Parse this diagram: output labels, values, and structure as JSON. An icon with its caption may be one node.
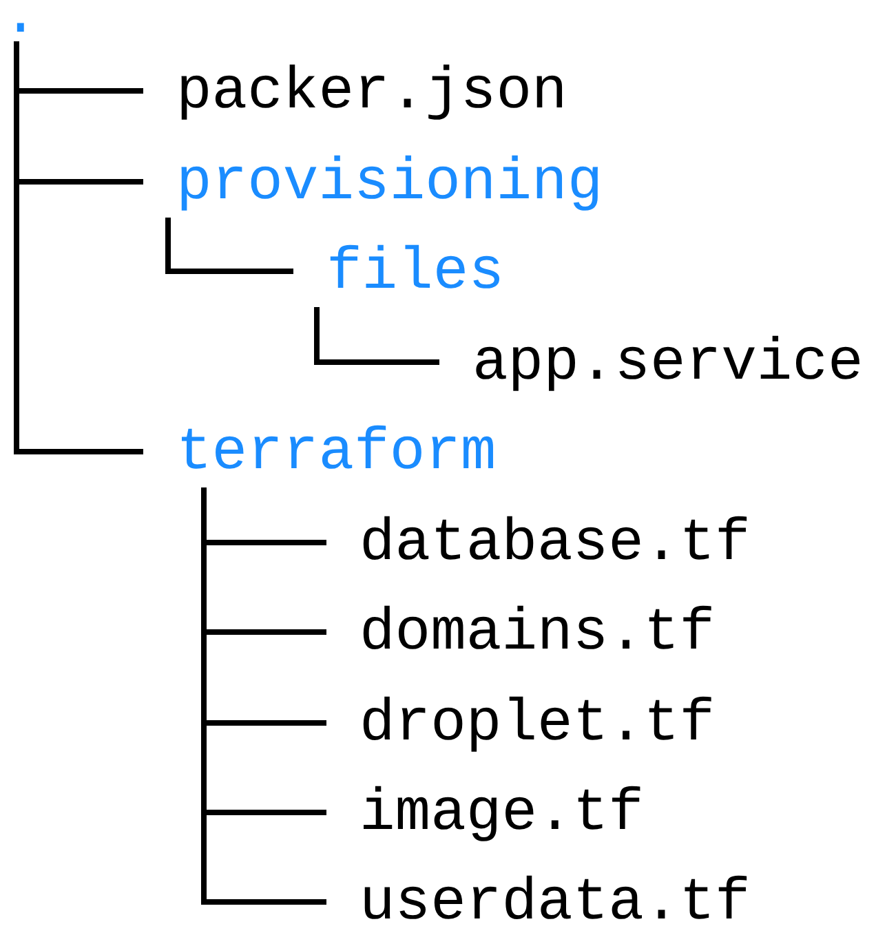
{
  "diagram": {
    "nodes": [
      {
        "text": [
          "."
        ]
      },
      {
        "text": [
          "packer.json"
        ]
      },
      {
        "text": [
          "provisioning"
        ]
      },
      {
        "text": [
          "files"
        ]
      },
      {
        "text": [
          "app.service"
        ]
      },
      {
        "text": [
          "terraform"
        ]
      },
      {
        "text": [
          "database.tf"
        ]
      },
      {
        "text": [
          "domains.tf"
        ]
      },
      {
        "text": [
          "droplet.tf"
        ]
      },
      {
        "text": [
          "image.tf"
        ]
      },
      {
        "text": [
          "userdata.tf"
        ]
      }
    ],
    "edges": [
      {
        "from": 0,
        "to": 1,
        "arrow": "none"
      },
      {
        "from": 0,
        "to": 2,
        "arrow": "none"
      },
      {
        "from": 0,
        "to": 5,
        "arrow": "none"
      },
      {
        "from": 2,
        "to": 3,
        "arrow": "none"
      },
      {
        "from": 3,
        "to": 4,
        "arrow": "none"
      },
      {
        "from": 5,
        "to": 6,
        "arrow": "none"
      },
      {
        "from": 5,
        "to": 7,
        "arrow": "none"
      },
      {
        "from": 5,
        "to": 8,
        "arrow": "none"
      },
      {
        "from": 5,
        "to": 9,
        "arrow": "none"
      },
      {
        "from": 5,
        "to": 10,
        "arrow": "none"
      }
    ]
  }
}
